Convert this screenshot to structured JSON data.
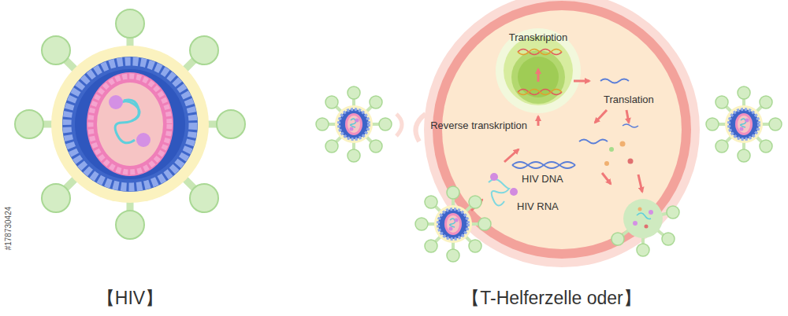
{
  "diagram": {
    "labels": [
      "Transkription",
      "Translation",
      "Reverse transkription",
      "HIV DNA",
      "HIV RNA",
      "【HIV】",
      "【T-Helferzelle oder】",
      "#178730424"
    ]
  }
}
